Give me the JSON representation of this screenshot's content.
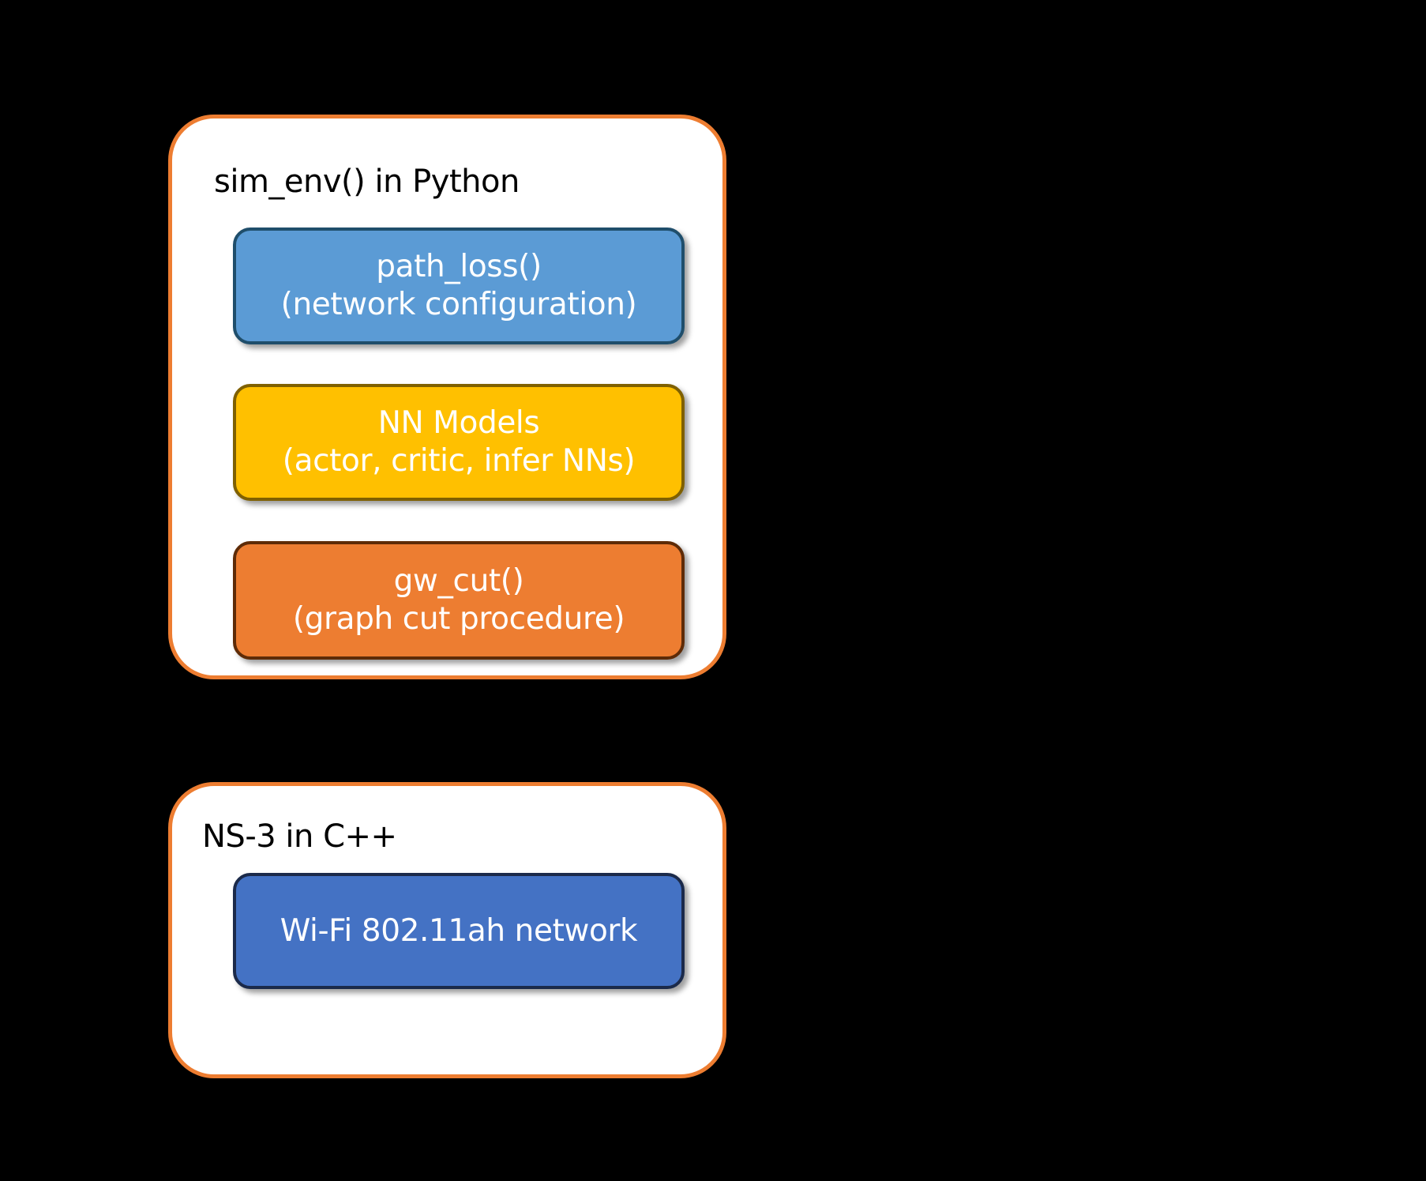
{
  "background_color": "#000000",
  "panels": [
    {
      "id": "sim-env",
      "title": "sim_env() in Python",
      "border_color": "#ED7D31",
      "fill_color": "#FFFFFF",
      "blocks": [
        {
          "id": "path-loss",
          "line1": "path_loss()",
          "line2": "(network configuration)",
          "fill_color": "#5B9BD5",
          "border_color": "#1F4E6B",
          "text_color": "#FFFFFF"
        },
        {
          "id": "nn-models",
          "line1": "NN Models",
          "line2": "(actor, critic, infer NNs)",
          "fill_color": "#FFC000",
          "border_color": "#7F6000",
          "text_color": "#FFFFFF"
        },
        {
          "id": "gw-cut",
          "line1": "gw_cut()",
          "line2": "(graph cut procedure)",
          "fill_color": "#ED7D31",
          "border_color": "#5E2B07",
          "text_color": "#FFFFFF"
        }
      ]
    },
    {
      "id": "ns3",
      "title": "NS-3 in C++",
      "border_color": "#ED7D31",
      "fill_color": "#FFFFFF",
      "blocks": [
        {
          "id": "wifi",
          "line1": "Wi-Fi 802.11ah network",
          "line2": "",
          "fill_color": "#4472C4",
          "border_color": "#1B2A4A",
          "text_color": "#FFFFFF"
        }
      ]
    }
  ]
}
